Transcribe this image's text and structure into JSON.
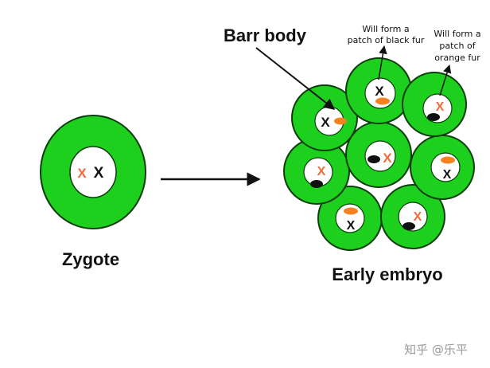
{
  "labels": {
    "barr_body": "Barr body",
    "black_fur_note": [
      "Will form a",
      "patch of black fur"
    ],
    "orange_fur_note": [
      "Will form a",
      "patch of",
      "orange fur"
    ],
    "zygote": "Zygote",
    "early_embryo": "Early embryo",
    "watermark": "知乎 @乐平"
  },
  "symbols": {
    "x": "X"
  },
  "colors": {
    "cell_green": "#1ed01e",
    "cell_outline": "#0b3d0b",
    "orange_x": "#f26b3a",
    "orange_barr": "#f5821f",
    "black": "#111111"
  },
  "icons": [
    "arrow-right-icon",
    "pointer-arrow-icon"
  ]
}
